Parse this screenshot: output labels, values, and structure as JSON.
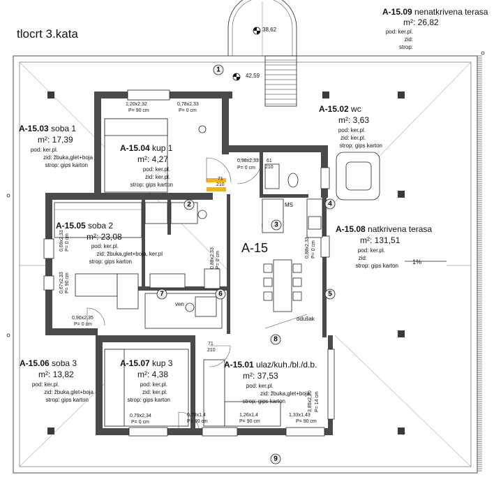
{
  "title": "tlocrt 3.kata",
  "apartment_label": "A-15",
  "slope": "1%",
  "levels": {
    "top": "38,62",
    "entry": "42,59"
  },
  "tag_numbers": [
    "1",
    "2",
    "3",
    "4",
    "5",
    "6",
    "7",
    "8",
    "9"
  ],
  "rooms": {
    "r1509": {
      "code": "A-15.09",
      "name": "nenatkrivena terasa",
      "area_label": "m²:",
      "area": "26,82",
      "pod": "pod: ker.pl.",
      "zid": "zid:",
      "strop": "strop:"
    },
    "r1503": {
      "code": "A-15.03",
      "name": "soba 1",
      "area_label": "m²:",
      "area": "17,39",
      "pod": "pod: ker.pl.",
      "zid": "zid: žbuka,glet+boja",
      "strop": "strop: gips karton"
    },
    "r1504": {
      "code": "A-15.04",
      "name": "kup 1",
      "area_label": "m²:",
      "area": "4,27",
      "pod": "pod: ker.pl.",
      "zid": "zid: ker.pl.",
      "strop": "strop: gips karton"
    },
    "r1502": {
      "code": "A-15.02",
      "name": "wc",
      "area_label": "m²:",
      "area": "3,63",
      "pod": "pod: ker.pl.",
      "zid": "zid: ker.pl.",
      "strop": "strop: gips karton"
    },
    "r1505": {
      "code": "A-15.05",
      "name": "soba 2",
      "area_label": "m²:",
      "area": "23,08",
      "pod": "pod: ker.pl.",
      "zid": "zid: žbuka,glet+boja, ker.pl",
      "strop": "strop: gips karton"
    },
    "r1508": {
      "code": "A-15.08",
      "name": "natkrivena terasa",
      "area_label": "m²:",
      "area": "131,51",
      "pod": "pod: ker.pl.",
      "zid": "zid:",
      "strop": "strop: gips karton"
    },
    "r1506": {
      "code": "A-15.06",
      "name": "soba 3",
      "area_label": "m²:",
      "area": "13,82",
      "pod": "pod: ker.pl.",
      "zid": "zid: žbuka,glet+boja",
      "strop": "strop: gips karton"
    },
    "r1507": {
      "code": "A-15.07",
      "name": "kup 3",
      "area_label": "m²:",
      "area": "4,38",
      "pod": "pod: ker.pl.",
      "zid": "zid: ker.pl.",
      "strop": "strop: gips karton"
    },
    "r1501": {
      "code": "A-15.01",
      "name": "ulaz/kuh./bl./d.b.",
      "area_label": "m²:",
      "area": "37,53",
      "pod": "pod: ker.pl.",
      "zid": "zid: žbuka,glet+boja",
      "strop": "strop: gips karton"
    }
  },
  "dims": {
    "d1": "1,20x2,32",
    "d1b": "P= 90 cm",
    "d2": "0,78x2,33",
    "d2b": "P= 0 cm",
    "d3": "0,88x2,33",
    "d3b": "P= 0 cm",
    "d4": "0,69x2,33",
    "d4b": "P= 0 cm",
    "d5": "0,67x2,33",
    "d5b": "P= 90 cm",
    "d6": "0,90x2,35",
    "d6b": "P= 0 cm",
    "d7": "0,88x2,33",
    "d7b": "P= 0 cm",
    "d8": "0,98x2,33",
    "d9": "0,79x2,34",
    "d9b": "P= 0 cm",
    "d10": "0,78x1,4",
    "d10b": "P= 90 cm",
    "d11": "1,26x1,4",
    "d11b": "P= 90 cm",
    "d12": "1,33x1,43",
    "d12b": "P= 90 cm",
    "d13": "3,85x2,20",
    "d13b": "P= 14 cm",
    "door71a": "71",
    "door210a": "210",
    "door61": "61",
    "door210b": "210",
    "door71b": "71",
    "door210c": "210"
  },
  "misc": {
    "ms": "MS",
    "odusak": "odušak",
    "ven": "ven"
  }
}
